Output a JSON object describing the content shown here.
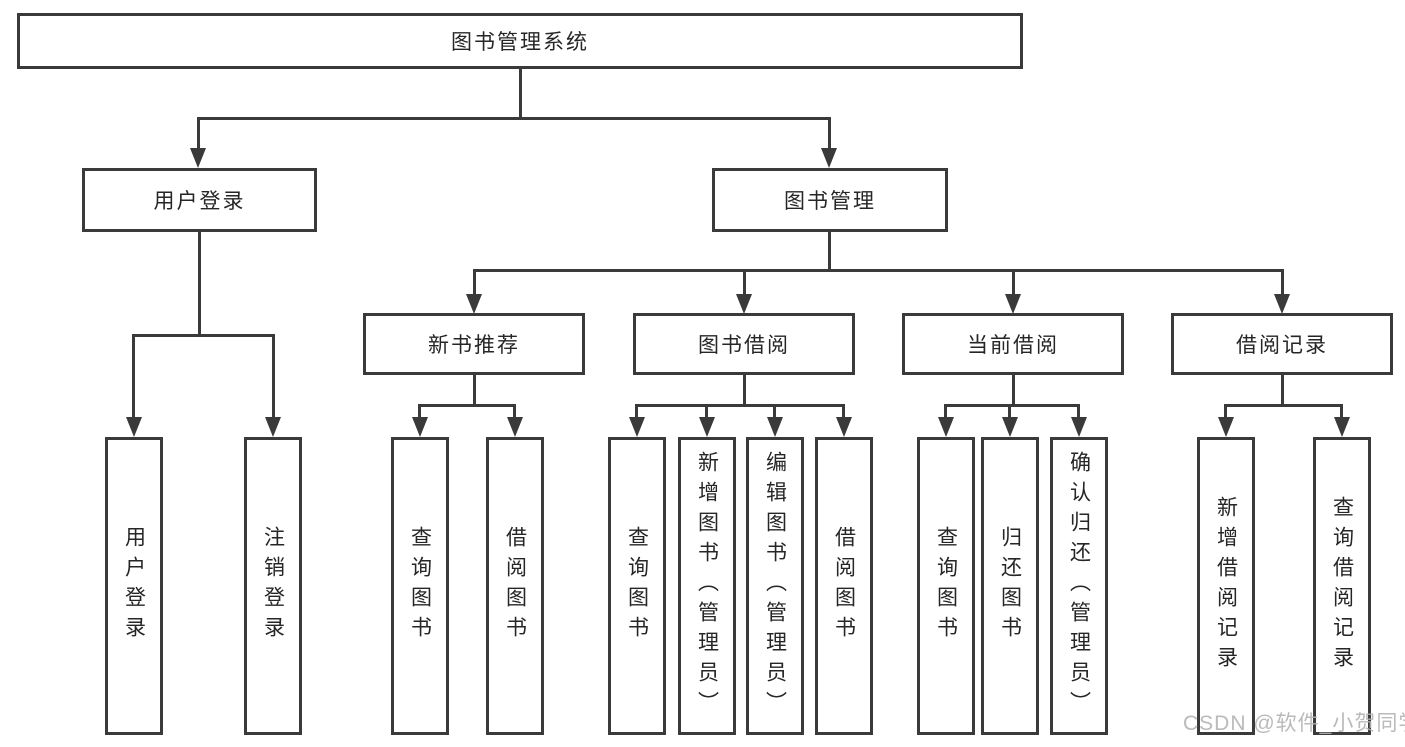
{
  "tree": {
    "root": {
      "label": "图书管理系统"
    },
    "branches": [
      {
        "label": "用户登录",
        "children": [
          "用户登录",
          "注销登录"
        ]
      },
      {
        "label": "图书管理",
        "sections": [
          {
            "label": "新书推荐",
            "children": [
              "查询图书",
              "借阅图书"
            ]
          },
          {
            "label": "图书借阅",
            "children": [
              "查询图书",
              "新增图书（管理员）",
              "编辑图书（管理员）",
              "借阅图书"
            ]
          },
          {
            "label": "当前借阅",
            "children": [
              "查询图书",
              "归还图书",
              "确认归还（管理员）"
            ]
          },
          {
            "label": "借阅记录",
            "children": [
              "新增借阅记录",
              "查询借阅记录"
            ]
          }
        ]
      }
    ]
  },
  "watermark": {
    "text": "CSDN @软件_小贺同学"
  },
  "colors": {
    "line": "#3a3a3a",
    "node_border": "#3a3a3a",
    "node_text": "#262626",
    "background": "#ffffff",
    "watermark_text": "#b2b2b2"
  }
}
